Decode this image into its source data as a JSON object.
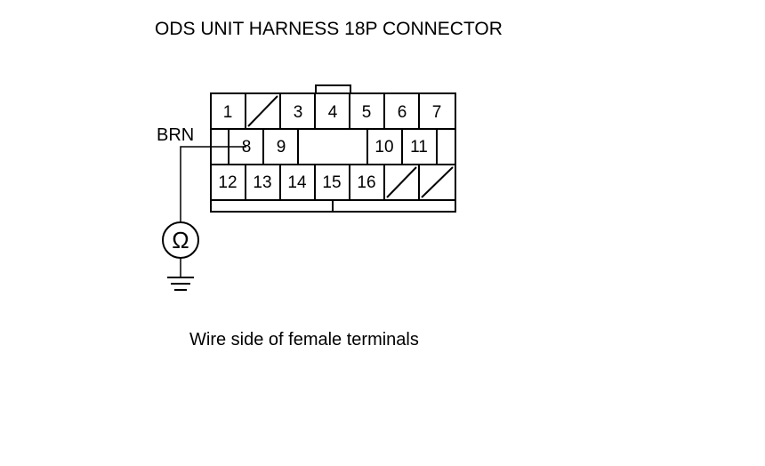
{
  "title": "ODS UNIT HARNESS 18P CONNECTOR",
  "caption": "Wire side of female terminals",
  "wire_label": "BRN",
  "meter_symbol": "Ω",
  "connector": {
    "row1": [
      "1",
      "",
      "3",
      "4",
      "5",
      "6",
      "7"
    ],
    "row2": [
      "8",
      "9",
      "10",
      "11"
    ],
    "row3": [
      "12",
      "13",
      "14",
      "15",
      "16",
      "",
      ""
    ]
  }
}
